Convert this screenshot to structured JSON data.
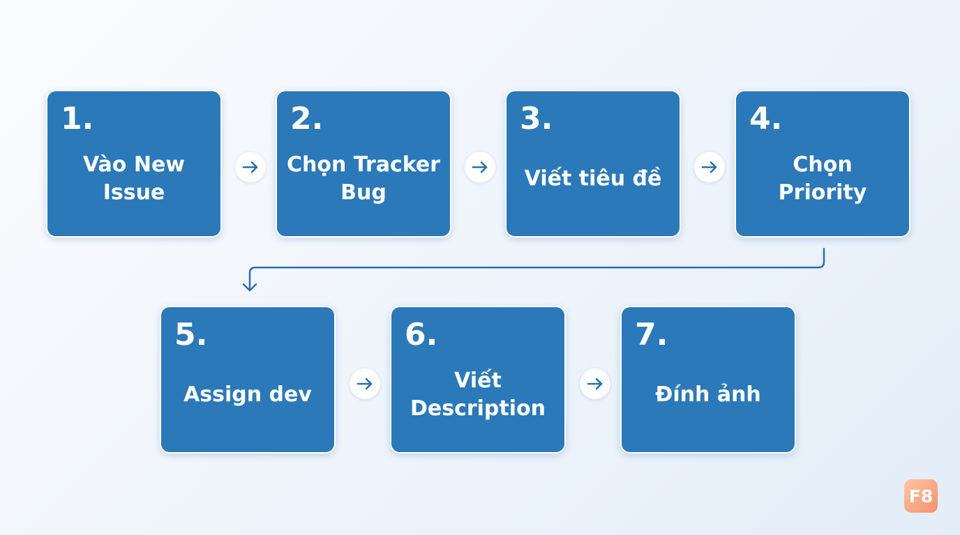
{
  "steps": [
    {
      "number": "1.",
      "label": "Vào New\nIssue"
    },
    {
      "number": "2.",
      "label": "Chọn Tracker\nBug"
    },
    {
      "number": "3.",
      "label": "Viết tiêu đề"
    },
    {
      "number": "4.",
      "label": "Chọn\nPriority"
    },
    {
      "number": "5.",
      "label": "Assign dev"
    },
    {
      "number": "6.",
      "label": "Viết\nDescription"
    },
    {
      "number": "7.",
      "label": "Đính ảnh"
    }
  ],
  "badge": {
    "label": "F8"
  },
  "colors": {
    "step_fill": "#2b79b8",
    "arrow": "#2b6fa8",
    "badge_start": "#ffc7a3",
    "badge_end": "#f38f6e"
  },
  "icons": {
    "arrow": "arrow-right-icon",
    "connector": "arrow-down-connector"
  }
}
